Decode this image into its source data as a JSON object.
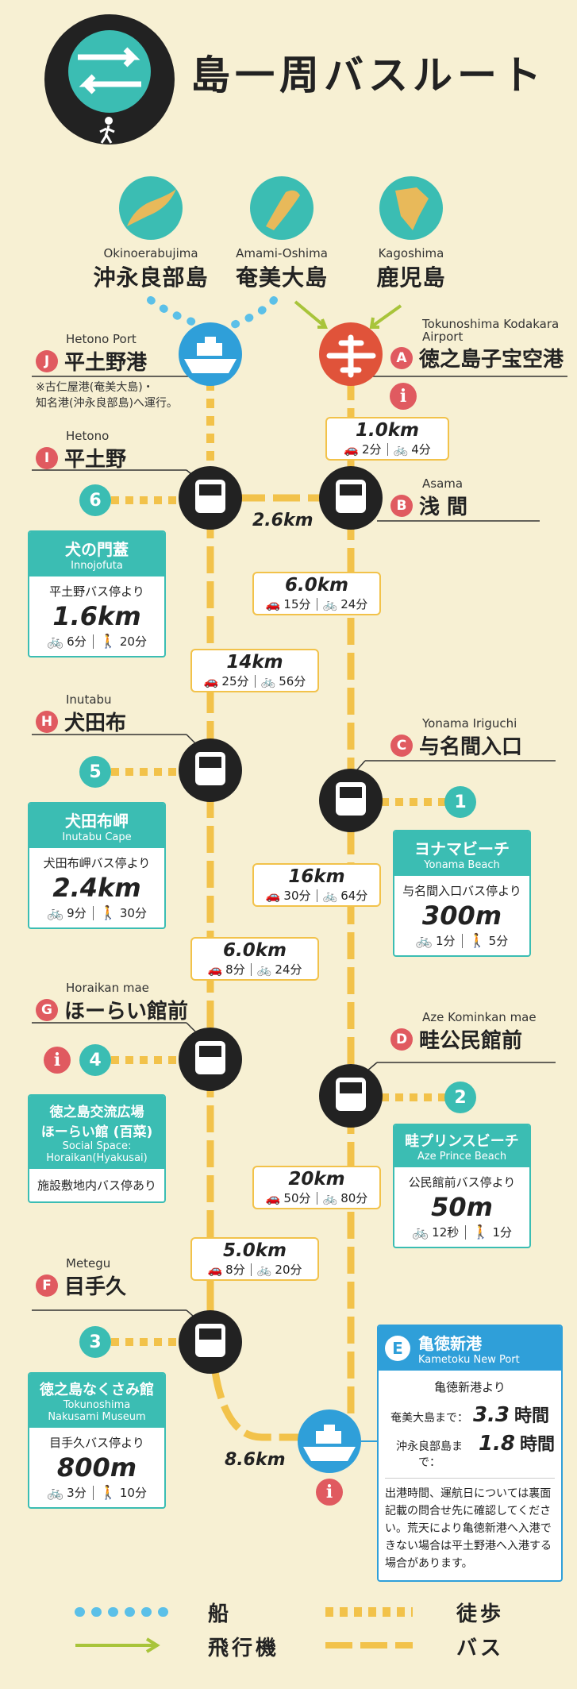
{
  "title": "島一周バスルート",
  "origins": [
    {
      "en": "Okinoerabujima",
      "jp": "沖永良部島"
    },
    {
      "en": "Amami-Oshima",
      "jp": "奄美大島"
    },
    {
      "en": "Kagoshima",
      "jp": "鹿児島"
    }
  ],
  "stops": {
    "J": {
      "letter": "J",
      "en": "Hetono Port",
      "jp": "平土野港",
      "note1": "※古仁屋港(奄美大島)・",
      "note2": "知名港(沖永良部島)へ運行。"
    },
    "A": {
      "letter": "A",
      "en": "Tokunoshima Kodakara Airport",
      "jp": "徳之島子宝空港"
    },
    "I": {
      "letter": "I",
      "en": "Hetono",
      "jp": "平土野"
    },
    "B": {
      "letter": "B",
      "en": "Asama",
      "jp": "浅 間"
    },
    "H": {
      "letter": "H",
      "en": "Inutabu",
      "jp": "犬田布"
    },
    "C": {
      "letter": "C",
      "en": "Yonama Iriguchi",
      "jp": "与名間入口"
    },
    "G": {
      "letter": "G",
      "en": "Horaikan mae",
      "jp": "ほーらい館前"
    },
    "D": {
      "letter": "D",
      "en": "Aze Kominkan mae",
      "jp": "畦公民館前"
    },
    "F": {
      "letter": "F",
      "en": "Metegu",
      "jp": "目手久"
    }
  },
  "distances": [
    {
      "km": "1.0km",
      "car": "2分",
      "bike": "4分"
    },
    {
      "km": "6.0km",
      "car": "15分",
      "bike": "24分"
    },
    {
      "km": "14km",
      "car": "25分",
      "bike": "56分"
    },
    {
      "km": "16km",
      "car": "30分",
      "bike": "64分"
    },
    {
      "km": "6.0km",
      "car": "8分",
      "bike": "24分"
    },
    {
      "km": "20km",
      "car": "50分",
      "bike": "80分"
    },
    {
      "km": "5.0km",
      "car": "8分",
      "bike": "20分"
    }
  ],
  "segment_labels": {
    "top": "2.6km",
    "bottom": "8.6km"
  },
  "spots": [
    {
      "num": "6",
      "jp": "犬の門蓋",
      "en": "Innojofuta",
      "from": "平土野バス停より",
      "dist": "1.6km",
      "bike": "6分",
      "walk": "20分"
    },
    {
      "num": "5",
      "jp": "犬田布岬",
      "en": "Inutabu Cape",
      "from": "犬田布岬バス停より",
      "dist": "2.4km",
      "bike": "9分",
      "walk": "30分"
    },
    {
      "num": "1",
      "jp": "ヨナマビーチ",
      "en": "Yonama Beach",
      "from": "与名間入口バス停より",
      "dist": "300m",
      "bike": "1分",
      "walk": "5分"
    },
    {
      "num": "4",
      "jp": "徳之島交流広場",
      "jp2": "ほーらい館 (百菜)",
      "en": "Social Space:",
      "en2": "Horaikan(Hyakusai)",
      "from": "施設敷地内バス停あり"
    },
    {
      "num": "2",
      "jp": "畦プリンスビーチ",
      "en": "Aze Prince Beach",
      "from": "公民館前バス停より",
      "dist": "50m",
      "bike": "12秒",
      "walk": "1分"
    },
    {
      "num": "3",
      "jp": "徳之島なくさみ館",
      "en": "Tokunoshima",
      "en2": "Nakusami Museum",
      "from": "目手久バス停より",
      "dist": "800m",
      "bike": "3分",
      "walk": "10分"
    }
  ],
  "port": {
    "letter": "E",
    "jp": "亀徳新港",
    "en": "Kametoku New Port",
    "from": "亀徳新港より",
    "ferry1_label": "奄美大島まで：",
    "ferry1_value": "3.3",
    "ferry1_unit": "時間",
    "ferry2_label": "沖永良部島まで：",
    "ferry2_value": "1.8",
    "ferry2_unit": "時間",
    "desc": "出港時間、運航日については裏面記載の問合せ先に確認してください。荒天により亀徳新港へ入港できない場合は平土野港へ入港する場合があります。"
  },
  "info_mark": "i",
  "legend": {
    "ship": "船",
    "plane": "飛行機",
    "walk": "徒歩",
    "bus": "バス"
  },
  "colors": {
    "bus": "#f2c24a",
    "teal": "#3bbdb3",
    "red": "#e05a60",
    "blue": "#2f9fd9",
    "ship_line": "#5bc0e8",
    "plane_line": "#a8c43a",
    "background": "#f7f0d3"
  }
}
